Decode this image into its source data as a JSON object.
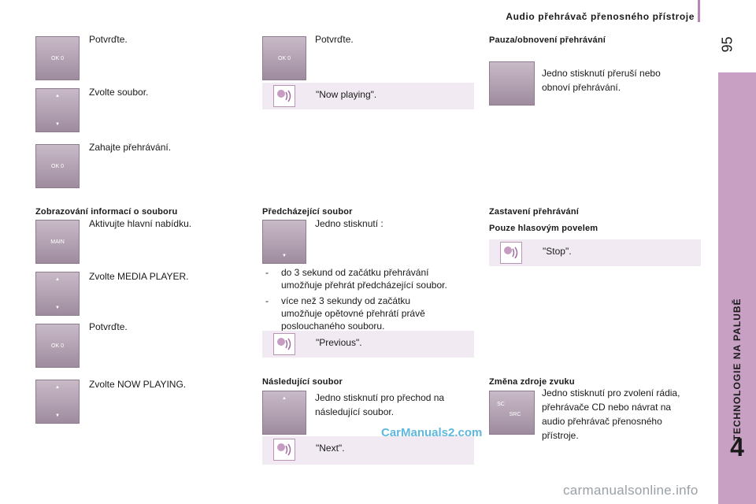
{
  "header": {
    "title": "Audio přehrávač přenosného přístroje",
    "page_number": "95"
  },
  "sidebar": {
    "chapter_title": "TECHNOLOGIE NA PALUBĚ",
    "chapter_number": "4"
  },
  "buttons": {
    "ok_label": "OK",
    "ok_zero": "0",
    "main_label": "MAIN",
    "sc_label": "SC",
    "src_label": "SRC",
    "up_arrow": "▲",
    "down_arrow": "▼"
  },
  "col1": {
    "step1": "Potvrďte.",
    "step2": "Zvolte soubor.",
    "step3": "Zahajte přehrávání.",
    "section_title": "Zobrazování informací o souboru",
    "step4": "Aktivujte hlavní nabídku.",
    "step5": "Zvolte MEDIA PLAYER.",
    "step6": "Potvrďte.",
    "step7": "Zvolte NOW PLAYING."
  },
  "col2": {
    "step1": "Potvrďte.",
    "voice1": "\"Now playing\".",
    "section_prev": "Předcházející soubor",
    "prev_text": "Jedno stisknutí :",
    "bullet1_line1": "do 3 sekund od začátku přehrávání",
    "bullet1_line2": "umožňuje přehrát předcházející soubor.",
    "bullet2_line1": "více než 3 sekundy od začátku",
    "bullet2_line2": "umožňuje opětovné přehrátí právě",
    "bullet2_line3": "poslouchaného souboru.",
    "bullet_dash": "-",
    "voice_prev": "\"Previous\".",
    "section_next": "Následující soubor",
    "next_text_line1": "Jedno stisknutí pro přechod na",
    "next_text_line2": "následující soubor.",
    "voice_next": "\"Next\"."
  },
  "col3": {
    "section_pause": "Pauza/obnovení přehrávání",
    "pause_line1": "Jedno stisknutí přeruší nebo",
    "pause_line2": "obnoví přehrávání.",
    "section_stop": "Zastavení přehrávání",
    "stop_sub": "Pouze hlasovým povelem",
    "voice_stop": "\"Stop\".",
    "section_source": "Změna zdroje zvuku",
    "source_line1": "Jedno stisknutí pro zvolení rádia,",
    "source_line2": "přehrávače CD nebo návrat na",
    "source_line3": "audio přehrávač přenosného",
    "source_line4": "přístroje."
  },
  "watermarks": {
    "carmanuals": "CarManuals2.com",
    "carmanualsonline": "carmanualsonline.info"
  }
}
